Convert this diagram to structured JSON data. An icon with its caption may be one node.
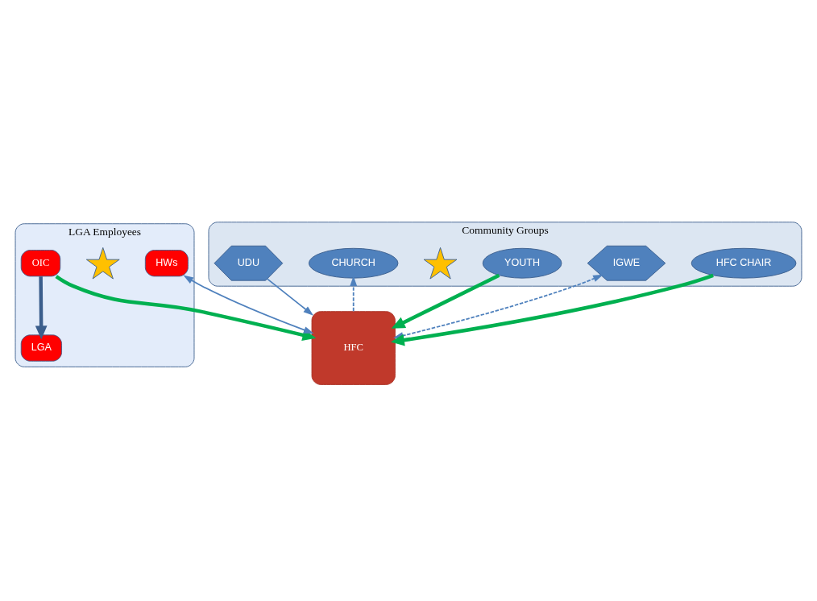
{
  "diagram": {
    "nodes": [
      {
        "text": [
          "LGA Employees"
        ]
      },
      {
        "text": [
          "LGA"
        ],
        "in": 0
      },
      {
        "text": [
          "HWs"
        ],
        "in": 0
      },
      {
        "text": [],
        "shape": "star",
        "in": 0
      },
      {
        "text": [
          "OIC"
        ],
        "in": 0
      },
      {
        "text": [
          "HFC"
        ]
      },
      {
        "text": [
          "Community Groups"
        ]
      },
      {
        "text": [
          "HFC CHAIR"
        ],
        "in": 6
      },
      {
        "text": [
          "IGWE"
        ],
        "in": 6
      },
      {
        "text": [
          "YOUTH"
        ],
        "in": 6
      },
      {
        "text": [],
        "shape": "star",
        "in": 6
      },
      {
        "text": [
          "CHURCH"
        ],
        "in": 6
      },
      {
        "text": [
          "UDU"
        ],
        "in": 6
      }
    ],
    "edges": [
      {
        "from": 4,
        "to": 1,
        "arrow": "to",
        "style": "thick",
        "color": "#3b5e8c"
      },
      {
        "from": 5,
        "to": 2,
        "arrow": "both"
      },
      {
        "from": 4,
        "to": 5,
        "arrow": "to",
        "style": "thick",
        "color": "#00b050"
      },
      {
        "from": 7,
        "to": 5,
        "arrow": "to",
        "style": "thick",
        "color": "#00b050"
      },
      {
        "from": 9,
        "to": 5,
        "arrow": "to",
        "style": "thick",
        "color": "#00b050"
      },
      {
        "from": 5,
        "to": 8,
        "arrow": "both",
        "style": "dashed"
      },
      {
        "from": 5,
        "to": 11,
        "arrow": "to",
        "style": "dashed"
      },
      {
        "from": 12,
        "to": 5,
        "arrow": "to"
      }
    ]
  }
}
